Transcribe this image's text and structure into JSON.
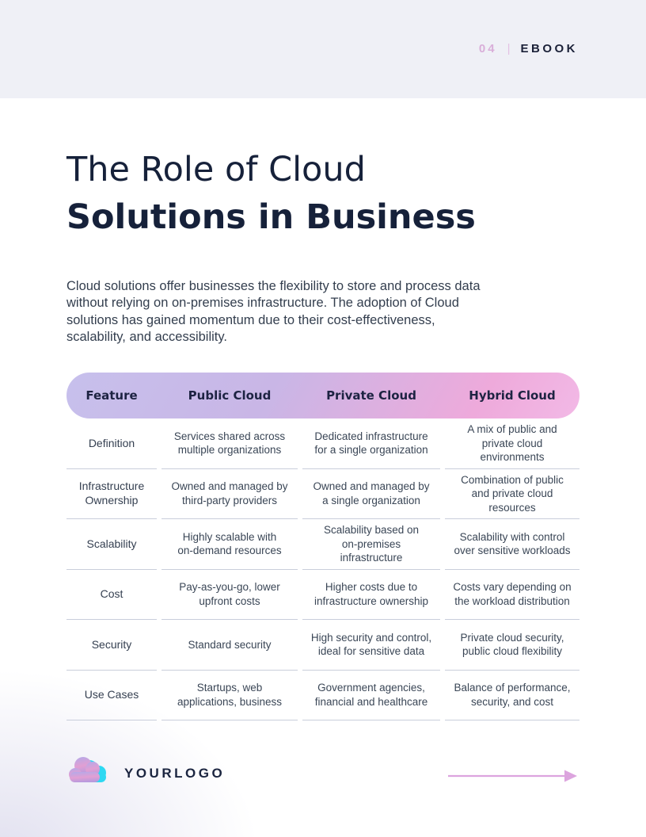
{
  "header": {
    "page_number": "04",
    "separator": "|",
    "label": "EBOOK"
  },
  "title": {
    "line1": "The Role of Cloud",
    "line2": "Solutions in Business"
  },
  "intro": {
    "text": "Cloud solutions offer businesses the flexibility to store and process data\nwithout relying on on-premises infrastructure. The adoption of Cloud\nsolutions has gained momentum due to their cost-effectiveness,\nscalability, and accessibility."
  },
  "table": {
    "columns": [
      "Feature",
      "Public Cloud",
      "Private Cloud",
      "Hybrid Cloud"
    ],
    "rows": [
      {
        "feature": "Definition",
        "public_cloud": "Services shared across\nmultiple organizations",
        "private_cloud": "Dedicated infrastructure\nfor a single organization",
        "hybrid_cloud": "A mix of public and\nprivate cloud\nenvironments"
      },
      {
        "feature": "Infrastructure\nOwnership",
        "public_cloud": "Owned and managed by\nthird-party providers",
        "private_cloud": "Owned and managed by\na single organization",
        "hybrid_cloud": "Combination of public\nand private cloud\nresources"
      },
      {
        "feature": "Scalability",
        "public_cloud": "Highly scalable with\non-demand resources",
        "private_cloud": "Scalability based on\non-premises\ninfrastructure",
        "hybrid_cloud": "Scalability with control\nover sensitive workloads"
      },
      {
        "feature": "Cost",
        "public_cloud": "Pay-as-you-go, lower\nupfront costs",
        "private_cloud": "Higher costs due to\ninfrastructure ownership",
        "hybrid_cloud": "Costs vary depending on\nthe workload distribution"
      },
      {
        "feature": "Security",
        "public_cloud": "Standard security",
        "private_cloud": "High security and control,\nideal for sensitive data",
        "hybrid_cloud": "Private cloud security,\npublic cloud flexibility"
      },
      {
        "feature": "Use Cases",
        "public_cloud": "Startups, web\napplications, business",
        "private_cloud": "Government agencies,\nfinancial and healthcare",
        "hybrid_cloud": "Balance of performance,\nsecurity, and cost"
      }
    ]
  },
  "footer": {
    "logo_text": "YOURLOGO",
    "icons": {
      "logo": "cloud-logo-icon",
      "arrow": "arrow-right-icon"
    }
  },
  "colors": {
    "band_background": "#eff0f6",
    "navy_text": "#16213a",
    "body_text": "#3a4656",
    "accent_pink": "#dca4de",
    "page_number_pink": "#d9aed9",
    "header_gradient_start": "#c7c0ec",
    "header_gradient_end": "#f2b9e6",
    "divider": "#c9cedb",
    "logo_cyan": "#2ed8f2",
    "logo_purple": "#b5a9e8",
    "logo_pink": "#e29fd3"
  }
}
